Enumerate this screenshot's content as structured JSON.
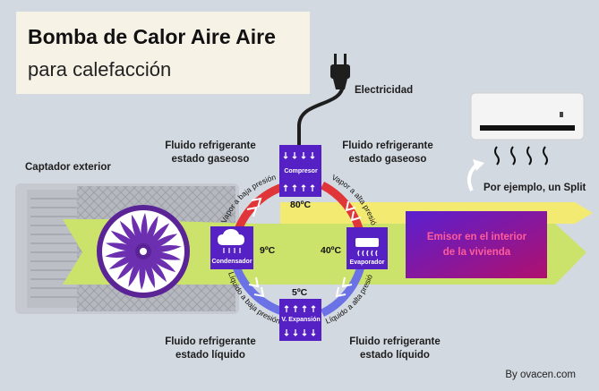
{
  "title": {
    "main": "Bomba de Calor Aire Aire",
    "sub": "para calefacción"
  },
  "labels": {
    "electricidad": "Electricidad",
    "captador": "Captador exterior",
    "split": "Por ejemplo, un Split",
    "gas_left_1": "Fluido refrigerante",
    "gas_left_2": "estado gaseoso",
    "gas_right_1": "Fluido refrigerante",
    "gas_right_2": "estado gaseoso",
    "liq_left_1": "Fluido refrigerante",
    "liq_left_2": "estado líquido",
    "liq_right_1": "Fluido refrigerante",
    "liq_right_2": "estado líquido"
  },
  "nodes": {
    "compresor": "Compresor",
    "condensador": "Condensador",
    "evaporador": "Evaporador",
    "expansion": "V. Expansión"
  },
  "temps": {
    "t80": "80ºC",
    "t9": "9ºC",
    "t40": "40ºC",
    "t5": "5ºC"
  },
  "arcs": {
    "tl": "Vapor a baja presión",
    "tr": "Vapor a alta presión",
    "bl": "Líquido a baja presión",
    "br": "Líquido a alta presión"
  },
  "emisor": {
    "line1": "Emisor en el interior",
    "line2": "de la vivienda"
  },
  "credit": "By ovacen.com",
  "colors": {
    "yellow_flow": "#f3ea72",
    "green_flow": "#cbe36a",
    "purple": "#5521c4",
    "gradient_start": "#5a1fd0",
    "gradient_end": "#b0106e",
    "hot_arc": "#e0363a",
    "cold_arc": "#6b72e6",
    "emisor_text": "#ff5c9a"
  }
}
